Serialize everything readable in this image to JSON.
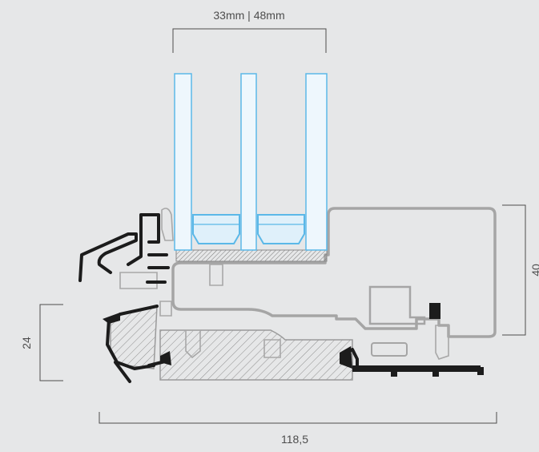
{
  "dimensions": {
    "glazing": "33mm | 48mm",
    "height_right": "40",
    "height_left": "24",
    "width_bottom": "118,5"
  },
  "colors": {
    "background": "#e6e7e8",
    "glass": "#5bb8e8",
    "frame": "#9a9a9a",
    "gasket": "#1a1a1a",
    "hatch": "#888888",
    "dim_line": "#4d4d4d"
  }
}
